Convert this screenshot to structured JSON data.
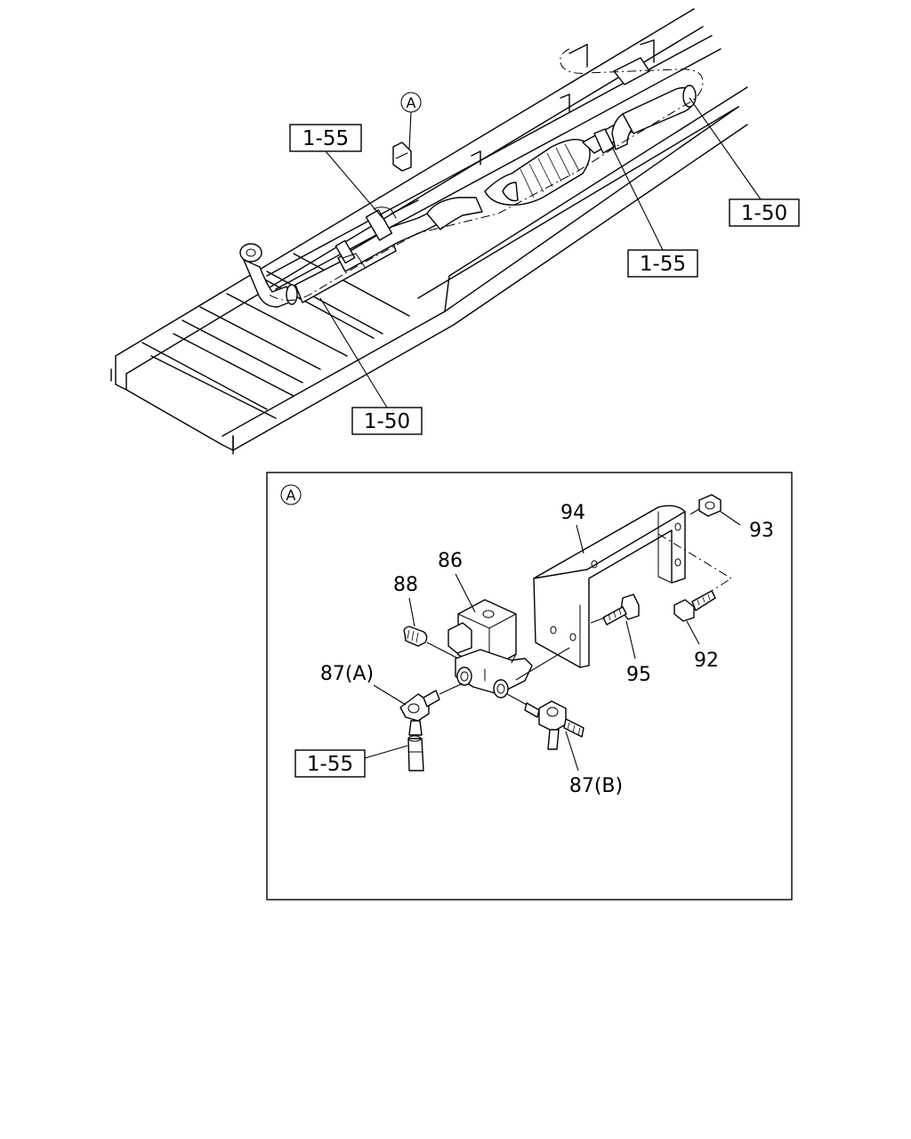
{
  "overview": {
    "ref_labels": [
      "1-55",
      "1-50",
      "1-55",
      "1-50"
    ],
    "detail_marker": "A"
  },
  "detail": {
    "marker": "A",
    "part_numbers": [
      "94",
      "93",
      "86",
      "88",
      "87(A)",
      "92",
      "95",
      "87(B)"
    ],
    "ref_label": "1-55"
  }
}
